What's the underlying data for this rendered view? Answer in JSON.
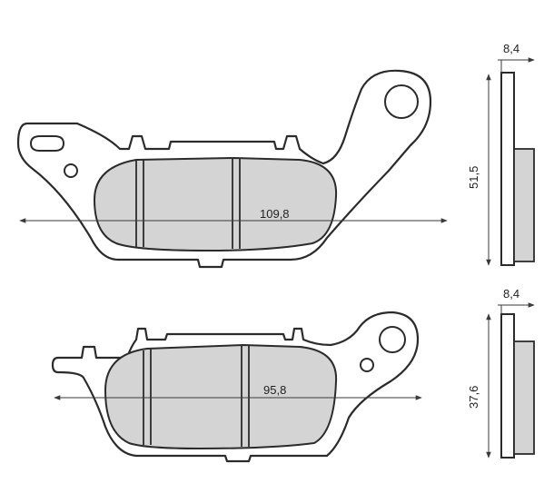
{
  "pads": [
    {
      "length_label": "109,8",
      "height_label": "51,5",
      "thickness_label": "8,4"
    },
    {
      "length_label": "95,8",
      "height_label": "37,6",
      "thickness_label": "8,4"
    }
  ],
  "colors": {
    "outline": "#2b2b2b",
    "friction": "#d4d4d4",
    "background": "#ffffff"
  }
}
